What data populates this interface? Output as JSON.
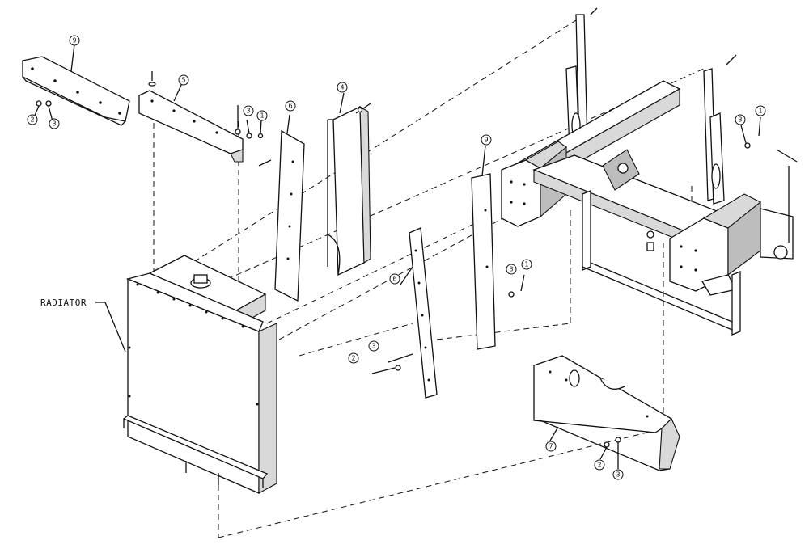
{
  "labels": {
    "radiator": "RADIATOR"
  },
  "callouts": [
    "9",
    "5",
    "3",
    "1",
    "6",
    "4",
    "2",
    "3",
    "9",
    "3",
    "1",
    "6",
    "3",
    "1",
    "2",
    "3",
    "7",
    "2",
    "3"
  ]
}
